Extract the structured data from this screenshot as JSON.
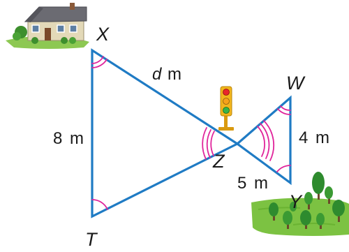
{
  "vertices": {
    "x": "X",
    "t": "T",
    "z": "Z",
    "w": "W",
    "y": "Y"
  },
  "measures": {
    "xt_value": "8",
    "xt_unit": "m",
    "xz_var": "d",
    "xz_unit": "m",
    "wy_value": "4",
    "wy_unit": "m",
    "zy_value": "5",
    "zy_unit": "m"
  },
  "colors": {
    "triangle_stroke": "#1f7bc4",
    "angle_arc": "#e0249b",
    "label_text": "#1a1a1a",
    "grass": "#7cc242",
    "tree": "#2e8b2e",
    "house_roof": "#6b6b72",
    "house_wall": "#e3d9b8",
    "traffic_light_body": "#f2b51c"
  },
  "icons": {
    "house": "house-icon",
    "traffic_light": "traffic-light-icon",
    "trees": "trees-icon"
  }
}
